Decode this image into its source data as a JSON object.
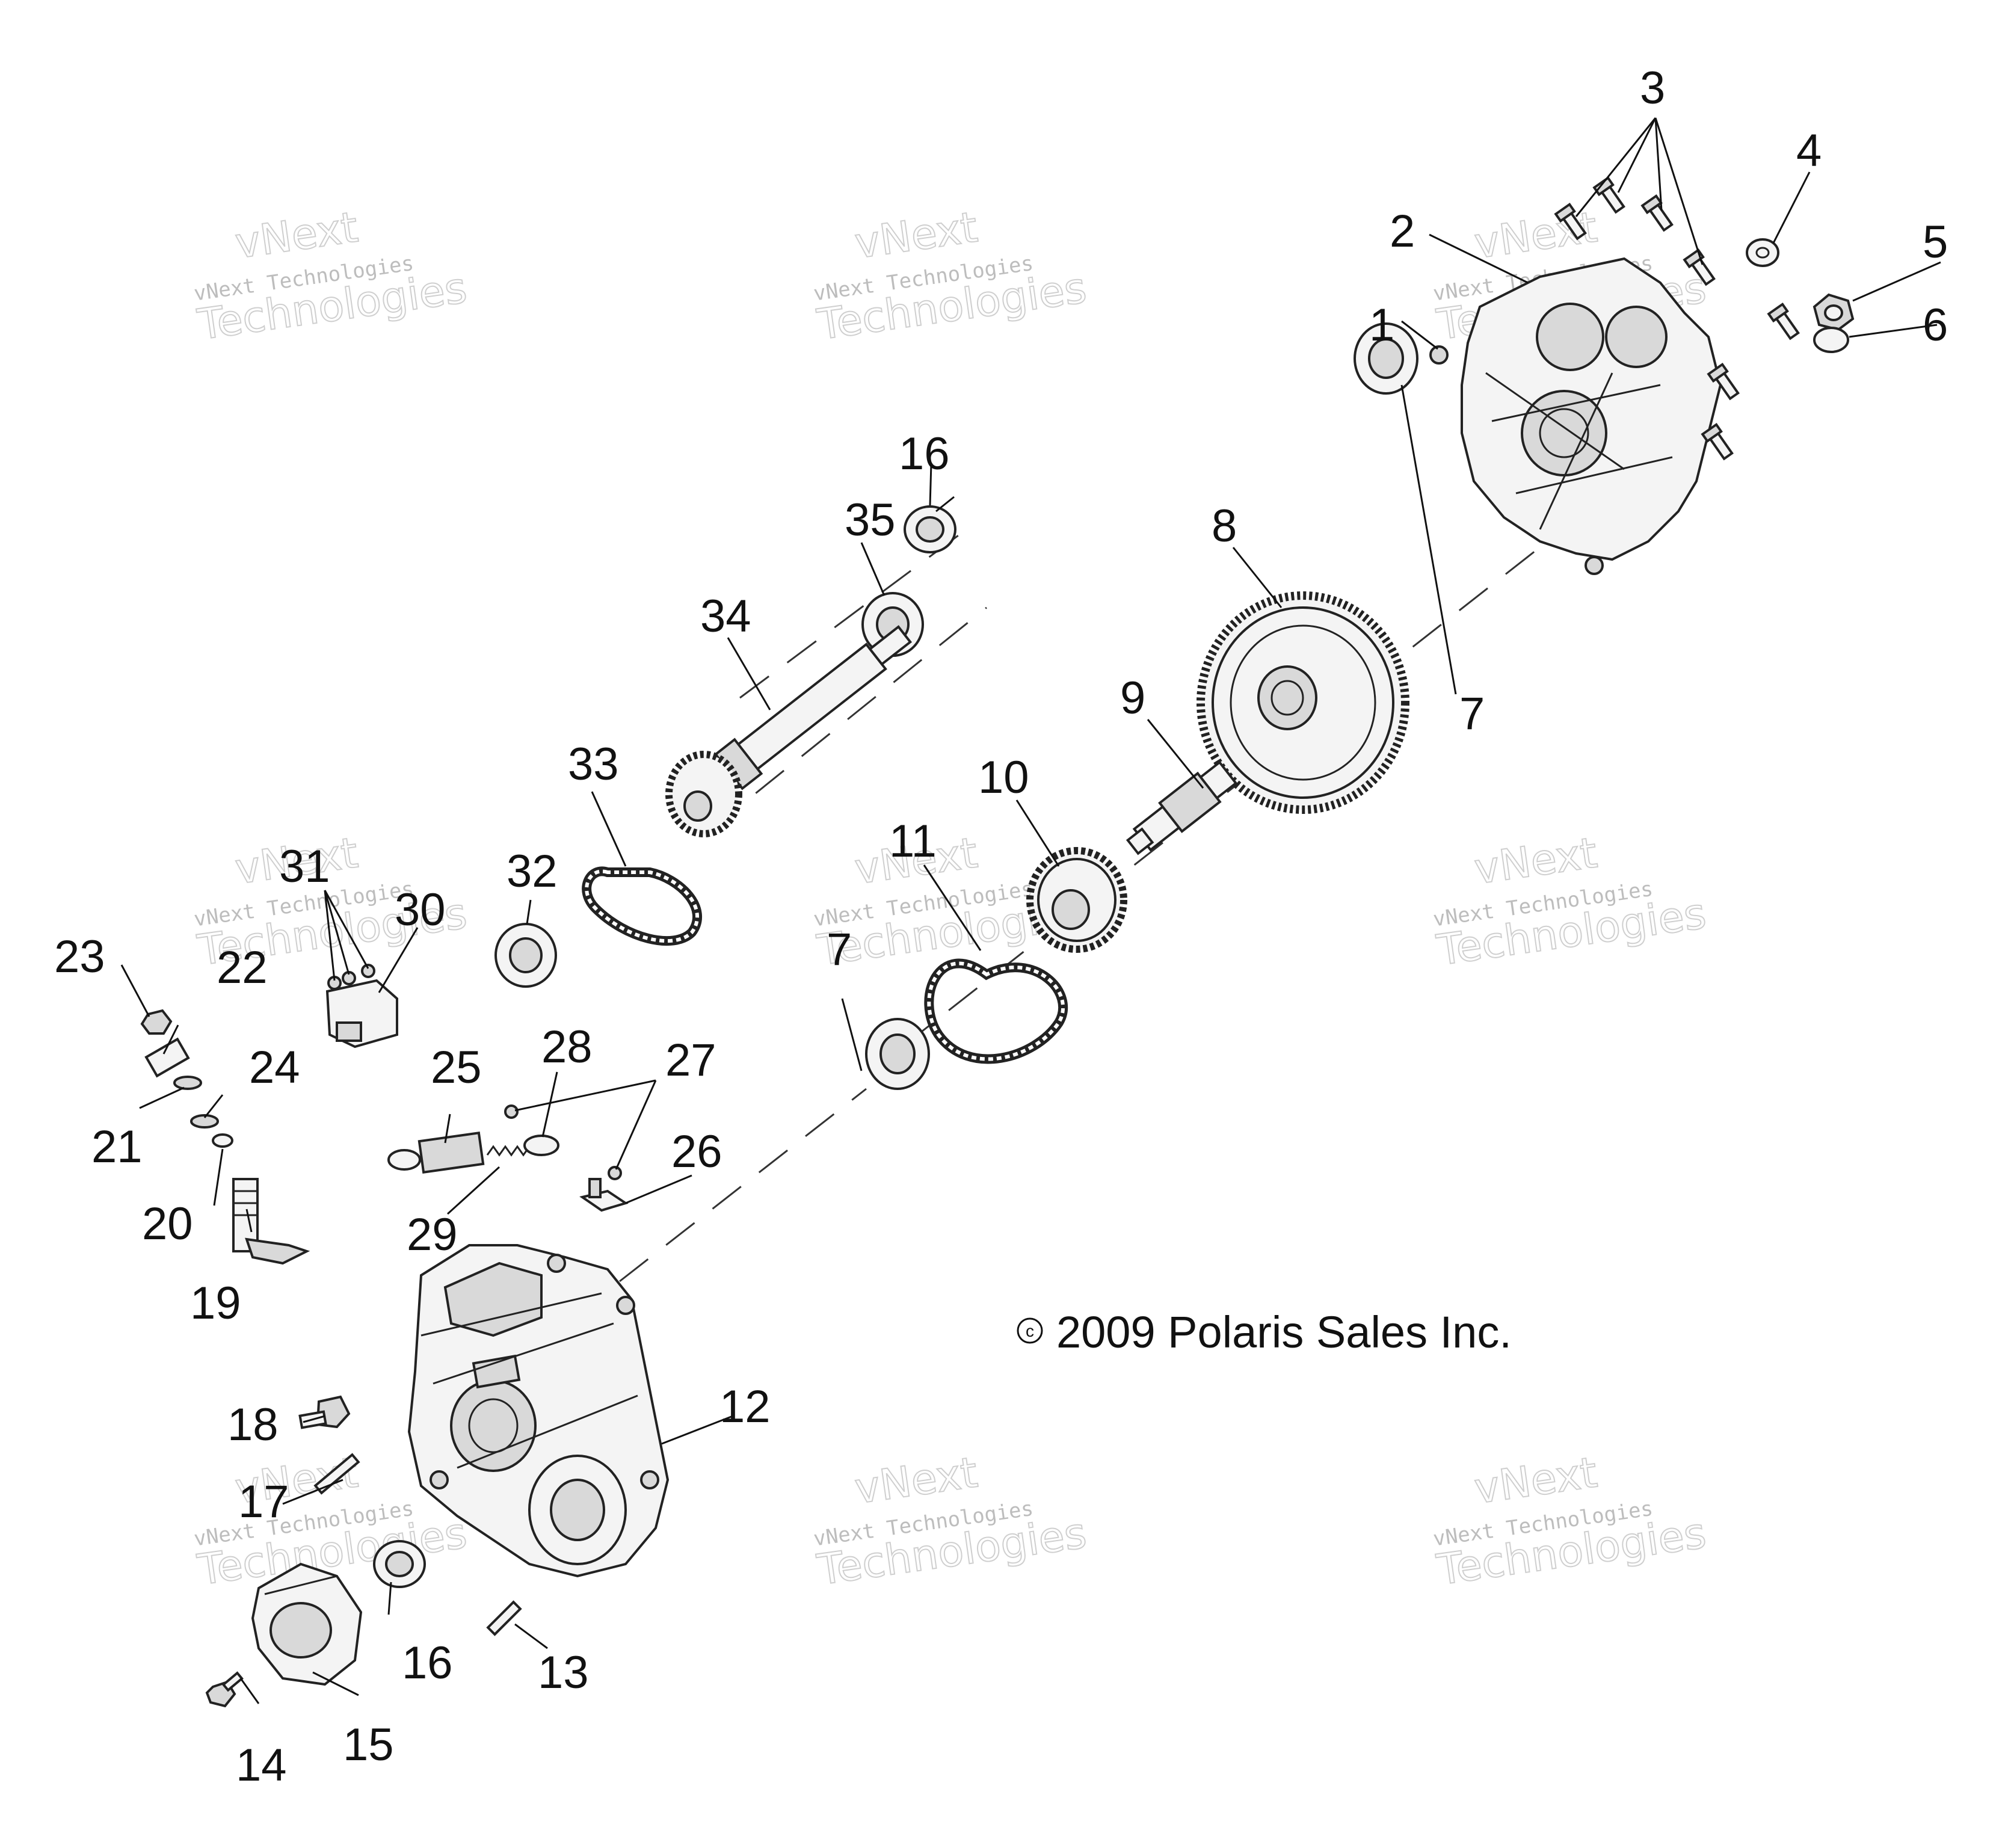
{
  "diagram": {
    "callouts": [
      "1",
      "2",
      "3",
      "4",
      "5",
      "6",
      "7",
      "7",
      "8",
      "9",
      "10",
      "11",
      "12",
      "13",
      "14",
      "15",
      "16",
      "16",
      "17",
      "18",
      "19",
      "20",
      "21",
      "22",
      "23",
      "24",
      "25",
      "26",
      "27",
      "28",
      "29",
      "30",
      "31",
      "32",
      "33",
      "34",
      "35"
    ],
    "copyright": "2009 Polaris Sales Inc.",
    "copyright_symbol": "c",
    "watermark_top": "vNext",
    "watermark_line": "vNext Technologies",
    "watermark_bottom": "Technologies"
  }
}
